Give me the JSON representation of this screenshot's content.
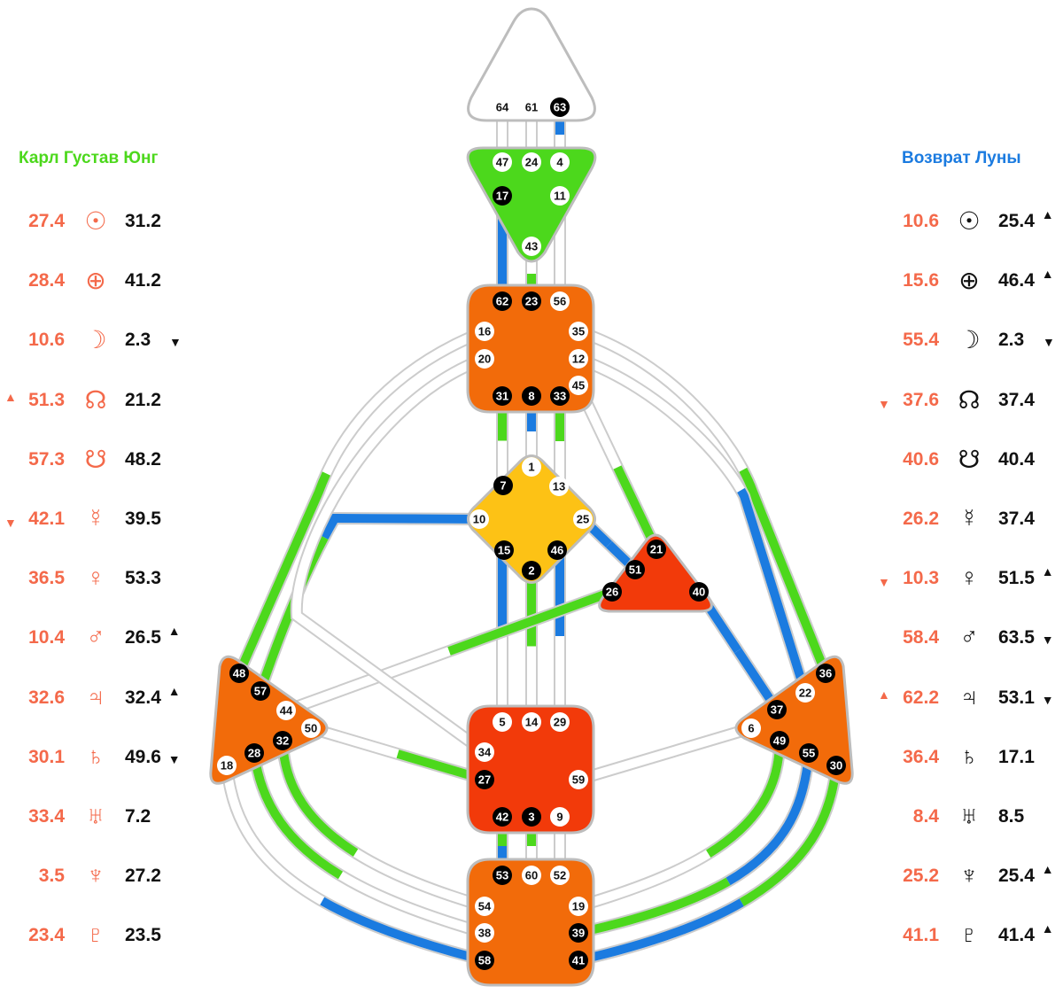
{
  "left": {
    "title": "Карл Густав Юнг",
    "rows": [
      {
        "planet": "sun",
        "glyph": "☉",
        "design": "27.4",
        "personality": "31.2",
        "design_arrow": null,
        "personality_arrow": null
      },
      {
        "planet": "earth",
        "glyph": "⊕",
        "design": "28.4",
        "personality": "41.2",
        "design_arrow": null,
        "personality_arrow": null
      },
      {
        "planet": "moon",
        "glyph": "☽",
        "design": "10.6",
        "personality": "2.3",
        "design_arrow": null,
        "personality_arrow": "down"
      },
      {
        "planet": "north-node",
        "glyph": "☊",
        "design": "51.3",
        "personality": "21.2",
        "design_arrow": "up",
        "personality_arrow": null
      },
      {
        "planet": "south-node",
        "glyph": "☋",
        "design": "57.3",
        "personality": "48.2",
        "design_arrow": null,
        "personality_arrow": null
      },
      {
        "planet": "mercury",
        "glyph": "☿",
        "design": "42.1",
        "personality": "39.5",
        "design_arrow": "down",
        "personality_arrow": null
      },
      {
        "planet": "venus",
        "glyph": "♀",
        "design": "36.5",
        "personality": "53.3",
        "design_arrow": null,
        "personality_arrow": null
      },
      {
        "planet": "mars",
        "glyph": "♂",
        "design": "10.4",
        "personality": "26.5",
        "design_arrow": null,
        "personality_arrow": "up"
      },
      {
        "planet": "jupiter",
        "glyph": "♃",
        "design": "32.6",
        "personality": "32.4",
        "design_arrow": null,
        "personality_arrow": "up"
      },
      {
        "planet": "saturn",
        "glyph": "♄",
        "design": "30.1",
        "personality": "49.6",
        "design_arrow": null,
        "personality_arrow": "down"
      },
      {
        "planet": "uranus",
        "glyph": "♅",
        "design": "33.4",
        "personality": "7.2",
        "design_arrow": null,
        "personality_arrow": null
      },
      {
        "planet": "neptune",
        "glyph": "♆",
        "design": "3.5",
        "personality": "27.2",
        "design_arrow": null,
        "personality_arrow": null
      },
      {
        "planet": "pluto",
        "glyph": "♇",
        "design": "23.4",
        "personality": "23.5",
        "design_arrow": null,
        "personality_arrow": null
      }
    ]
  },
  "right": {
    "title": "Возврат Луны",
    "rows": [
      {
        "planet": "sun",
        "glyph": "☉",
        "design": "10.6",
        "personality": "25.4",
        "design_arrow": null,
        "personality_arrow": "up"
      },
      {
        "planet": "earth",
        "glyph": "⊕",
        "design": "15.6",
        "personality": "46.4",
        "design_arrow": null,
        "personality_arrow": "up"
      },
      {
        "planet": "moon",
        "glyph": "☽",
        "design": "55.4",
        "personality": "2.3",
        "design_arrow": null,
        "personality_arrow": "down"
      },
      {
        "planet": "north-node",
        "glyph": "☊",
        "design": "37.6",
        "personality": "37.4",
        "design_arrow": "down",
        "personality_arrow": null
      },
      {
        "planet": "south-node",
        "glyph": "☋",
        "design": "40.6",
        "personality": "40.4",
        "design_arrow": null,
        "personality_arrow": null
      },
      {
        "planet": "mercury",
        "glyph": "☿",
        "design": "26.2",
        "personality": "37.4",
        "design_arrow": null,
        "personality_arrow": null
      },
      {
        "planet": "venus",
        "glyph": "♀",
        "design": "10.3",
        "personality": "51.5",
        "design_arrow": "down",
        "personality_arrow": "up"
      },
      {
        "planet": "mars",
        "glyph": "♂",
        "design": "58.4",
        "personality": "63.5",
        "design_arrow": null,
        "personality_arrow": "down"
      },
      {
        "planet": "jupiter",
        "glyph": "♃",
        "design": "62.2",
        "personality": "53.1",
        "design_arrow": "up",
        "personality_arrow": "down"
      },
      {
        "planet": "saturn",
        "glyph": "♄",
        "design": "36.4",
        "personality": "17.1",
        "design_arrow": null,
        "personality_arrow": null
      },
      {
        "planet": "uranus",
        "glyph": "♅",
        "design": "8.4",
        "personality": "8.5",
        "design_arrow": null,
        "personality_arrow": null
      },
      {
        "planet": "neptune",
        "glyph": "♆",
        "design": "25.2",
        "personality": "25.4",
        "design_arrow": null,
        "personality_arrow": "up"
      },
      {
        "planet": "pluto",
        "glyph": "♇",
        "design": "41.1",
        "personality": "41.4",
        "design_arrow": null,
        "personality_arrow": "up"
      }
    ]
  },
  "colors": {
    "design": "#f4694a",
    "green": "#4cd81c",
    "blue": "#1b7be0",
    "gray": "#cccccc"
  },
  "centers": [
    {
      "name": "head",
      "fill": "#ffffff",
      "gates": [
        [
          64,
          0
        ],
        [
          61,
          0
        ],
        [
          63,
          1
        ]
      ]
    },
    {
      "name": "ajna",
      "fill": "#4cd81c",
      "gates": [
        [
          47,
          0
        ],
        [
          24,
          0
        ],
        [
          4,
          0
        ],
        [
          17,
          1
        ],
        [
          11,
          0
        ],
        [
          43,
          0
        ]
      ]
    },
    {
      "name": "throat",
      "fill": "#f26b0a",
      "gates": [
        [
          62,
          1
        ],
        [
          23,
          1
        ],
        [
          56,
          0
        ],
        [
          16,
          0
        ],
        [
          35,
          0
        ],
        [
          20,
          0
        ],
        [
          12,
          0
        ],
        [
          45,
          0
        ],
        [
          31,
          1
        ],
        [
          8,
          1
        ],
        [
          33,
          1
        ]
      ]
    },
    {
      "name": "g",
      "fill": "#fdc215",
      "gates": [
        [
          1,
          0
        ],
        [
          13,
          0
        ],
        [
          7,
          1
        ],
        [
          10,
          0
        ],
        [
          25,
          0
        ],
        [
          15,
          1
        ],
        [
          46,
          1
        ],
        [
          2,
          1
        ]
      ]
    },
    {
      "name": "heart",
      "fill": "#f23a0a",
      "gates": [
        [
          21,
          1
        ],
        [
          51,
          1
        ],
        [
          26,
          1
        ],
        [
          40,
          1
        ]
      ]
    },
    {
      "name": "spleen",
      "fill": "#f26b0a",
      "gates": [
        [
          48,
          1
        ],
        [
          57,
          1
        ],
        [
          44,
          0
        ],
        [
          50,
          0
        ],
        [
          32,
          1
        ],
        [
          28,
          1
        ],
        [
          18,
          0
        ]
      ]
    },
    {
      "name": "solar-plexus",
      "fill": "#f26b0a",
      "gates": [
        [
          36,
          1
        ],
        [
          22,
          0
        ],
        [
          37,
          1
        ],
        [
          6,
          0
        ],
        [
          49,
          1
        ],
        [
          55,
          1
        ],
        [
          30,
          1
        ]
      ]
    },
    {
      "name": "sacral",
      "fill": "#f23a0a",
      "gates": [
        [
          5,
          0
        ],
        [
          14,
          0
        ],
        [
          29,
          0
        ],
        [
          34,
          0
        ],
        [
          27,
          1
        ],
        [
          59,
          0
        ],
        [
          42,
          1
        ],
        [
          3,
          1
        ],
        [
          9,
          0
        ]
      ]
    },
    {
      "name": "root",
      "fill": "#f26b0a",
      "gates": [
        [
          53,
          1
        ],
        [
          60,
          0
        ],
        [
          52,
          0
        ],
        [
          54,
          0
        ],
        [
          19,
          0
        ],
        [
          38,
          0
        ],
        [
          39,
          1
        ],
        [
          58,
          1
        ],
        [
          41,
          1
        ]
      ]
    }
  ],
  "channels": {
    "64-47": [
      "none",
      "none"
    ],
    "61-24": [
      "none",
      "none"
    ],
    "63-4": [
      "blue",
      "none"
    ],
    "17-62": [
      "blue",
      "blue"
    ],
    "43-23": [
      "none",
      "green"
    ],
    "11-56": [
      "none",
      "none"
    ],
    "31-7": [
      "green",
      "none"
    ],
    "8-1": [
      "blue",
      "none"
    ],
    "33-13": [
      "green",
      "none"
    ],
    "15-5": [
      "blue",
      "none"
    ],
    "2-14": [
      "green",
      "none"
    ],
    "46-29": [
      "blue",
      "none"
    ],
    "42-53": [
      "green",
      "blue"
    ],
    "3-60": [
      "green",
      "none"
    ],
    "9-52": [
      "none",
      "none"
    ],
    "45-21": [
      "none",
      "green"
    ],
    "25-51": [
      "blue",
      "blue"
    ],
    "26-44": [
      "green",
      "none"
    ],
    "40-37": [
      "blue",
      "blue"
    ],
    "59-6": [
      "none",
      "none"
    ],
    "50-27": [
      "none",
      "green"
    ],
    "10-57": [
      "blue",
      "green"
    ],
    "20-34": [
      "none",
      "none"
    ],
    "16-48": [
      "none",
      "green"
    ],
    "35-36": [
      "none",
      "green"
    ],
    "12-22": [
      "none",
      "blue"
    ],
    "18-58": [
      "none",
      "blue"
    ],
    "28-38": [
      "green",
      "none"
    ],
    "32-54": [
      "green",
      "none"
    ],
    "30-41": [
      "green",
      "blue"
    ],
    "55-39": [
      "blue",
      "green"
    ],
    "49-19": [
      "green",
      "none"
    ]
  }
}
